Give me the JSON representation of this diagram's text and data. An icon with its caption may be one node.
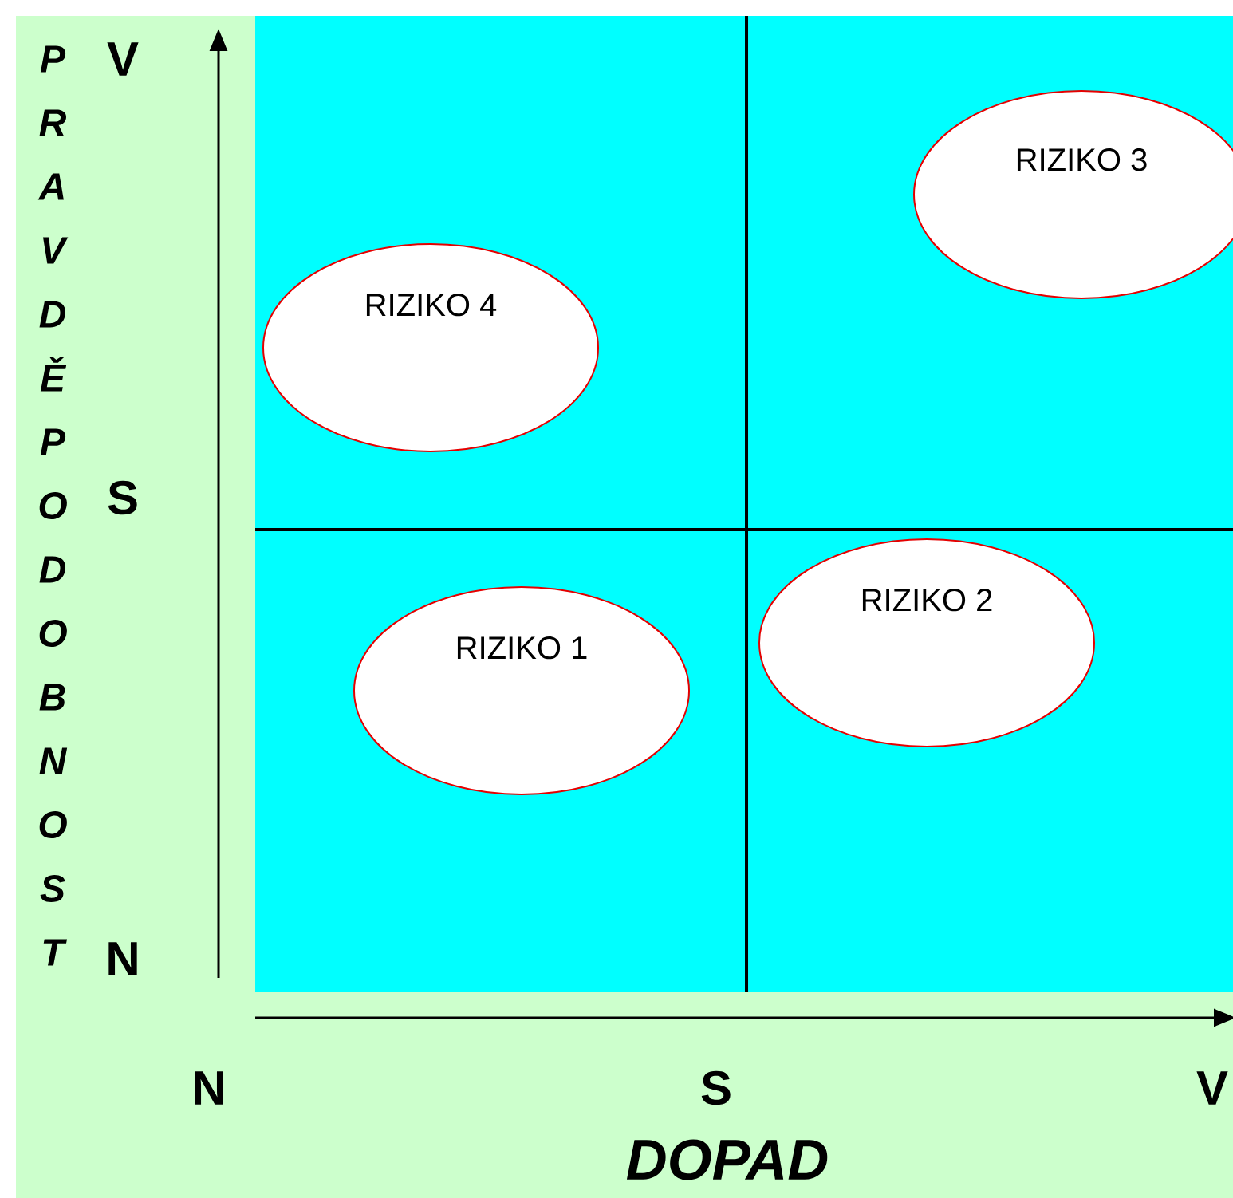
{
  "diagram": {
    "nodes": [
      {
        "text": [
          "RIZIKO 3"
        ]
      },
      {
        "text": [
          "RIZIKO 4"
        ]
      },
      {
        "text": [
          "RIZIKO 2"
        ]
      },
      {
        "text": [
          "RIZIKO 1"
        ]
      }
    ],
    "labels": [
      "PRAVDĚPODOBNOST",
      "V",
      "S",
      "N",
      "N",
      "S",
      "V",
      "DOPAD"
    ]
  }
}
